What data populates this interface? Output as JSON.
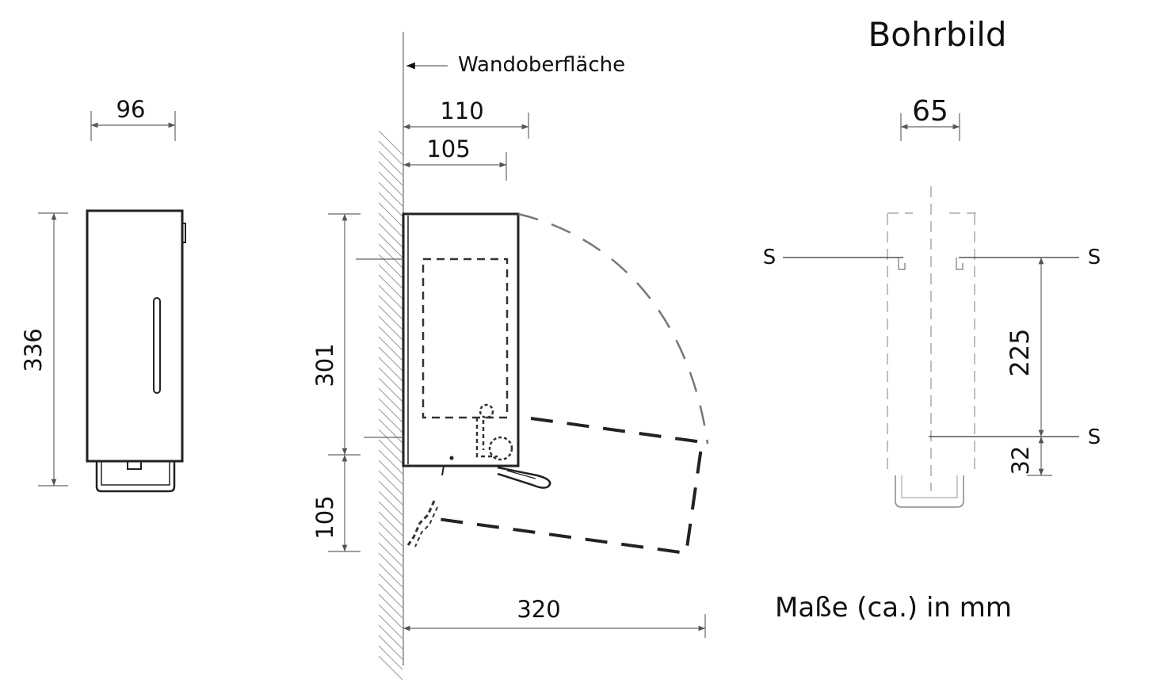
{
  "title": "Bohrbild",
  "units_note": "Maße (ca.) in mm",
  "wall_label": "Wandoberfläche",
  "front_view": {
    "width": "96",
    "height": "336"
  },
  "side_view": {
    "depth_top": "110",
    "depth_body": "105",
    "height": "301",
    "lower_offset": "105",
    "open_reach": "320"
  },
  "drill_pattern": {
    "hole_spacing": "65",
    "vertical_spacing": "225",
    "bottom_offset": "32",
    "screw_label": "S"
  },
  "colors": {
    "line": "#222222",
    "dim_line": "#666666"
  }
}
